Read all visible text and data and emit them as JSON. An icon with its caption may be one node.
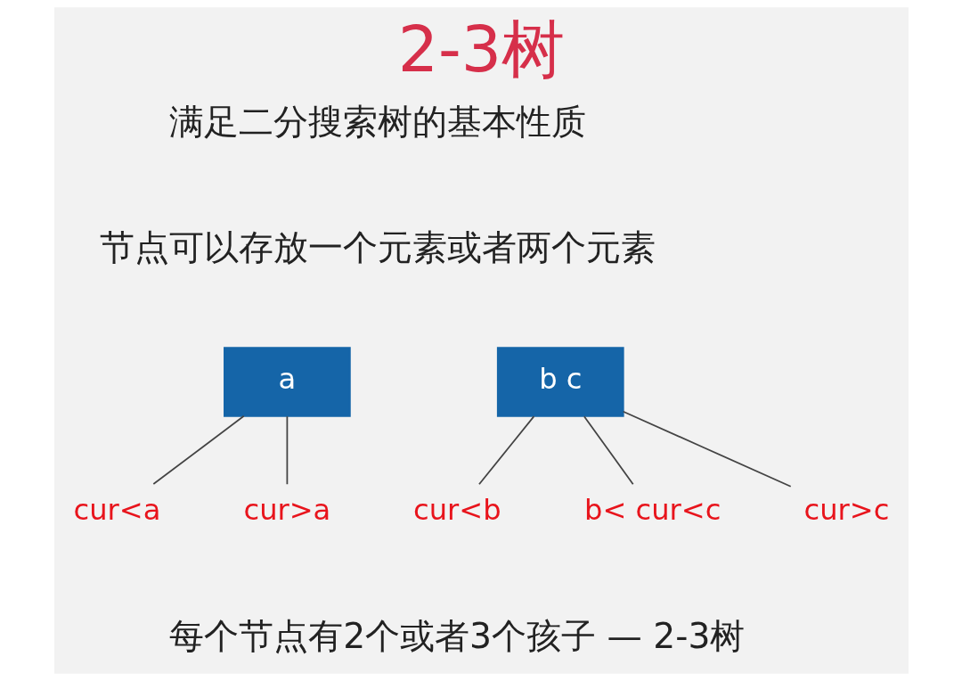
{
  "diagram": {
    "title": "2-3树",
    "nodes": [
      {
        "text": [
          "a"
        ]
      },
      {
        "text": [
          "cur<a"
        ]
      },
      {
        "text": [
          "cur>a"
        ]
      },
      {
        "text": [
          "b c"
        ]
      },
      {
        "text": [
          "cur<b"
        ]
      },
      {
        "text": [
          "b< cur<c"
        ]
      },
      {
        "text": [
          "cur>c"
        ]
      }
    ],
    "edges": [
      {
        "from": 0,
        "to": 1,
        "arrow": "none"
      },
      {
        "from": 0,
        "to": 2,
        "arrow": "none"
      },
      {
        "from": 3,
        "to": 4,
        "arrow": "none"
      },
      {
        "from": 3,
        "to": 5,
        "arrow": "none"
      },
      {
        "from": 3,
        "to": 6,
        "arrow": "none"
      }
    ],
    "labels": [
      "满足二分搜索树的基本性质",
      "节点可以存放一个元素或者两个元素",
      "每个节点有2个或者3个孩子 — 2-3树"
    ]
  }
}
